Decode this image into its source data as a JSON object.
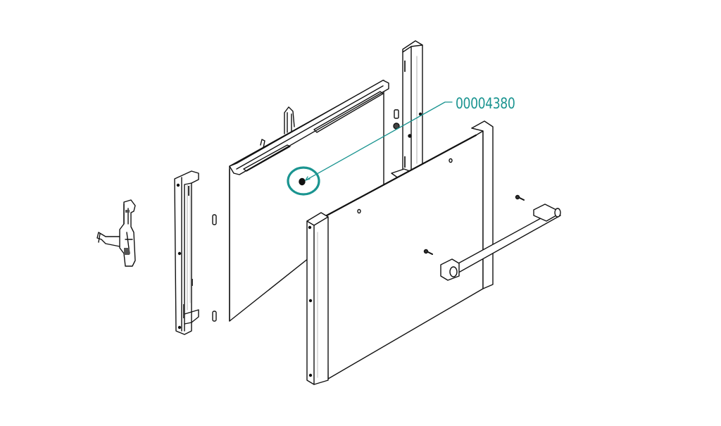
{
  "diagram": {
    "type": "exploded-parts-view",
    "accent_color": "#1a9490",
    "line_color": "#111111",
    "callout": {
      "part_number": "00004380",
      "target": "round-grommet-on-inner-glass-panel"
    },
    "components": [
      "hinge-left",
      "left-side-frame",
      "spacer-clip-upper",
      "spacer-clip-lower",
      "inner-glass-panel",
      "top-bracket",
      "right-side-frame",
      "outer-door-panel",
      "door-handle",
      "handle-screw-upper",
      "handle-screw-lower"
    ]
  }
}
